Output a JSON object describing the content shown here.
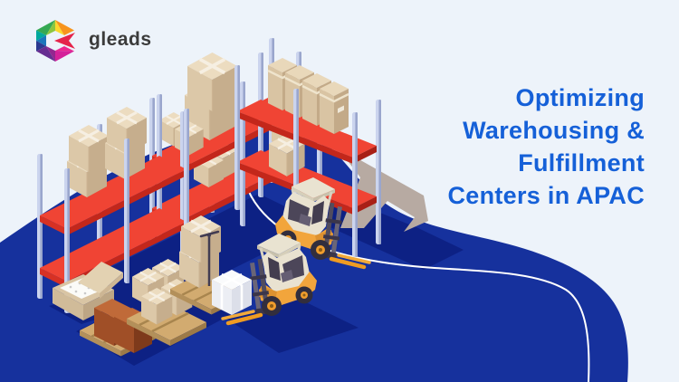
{
  "brand": {
    "name": "gleads"
  },
  "headline": {
    "lines": [
      "Optimizing",
      "Warehousing &",
      "Fulfillment",
      "Centers in APAC"
    ]
  },
  "colors": {
    "background": "#edf3fa",
    "blob_blue": "#16319d",
    "floor_shadow_blue": "#0d2184",
    "headline_blue": "#1560d8",
    "shelf_red": "#f04434",
    "shelf_red_dark": "#c3271b",
    "rack_post_gray": "#cbd4ee",
    "box_tan": "#dcc8a8",
    "crate_brown": "#a04f27",
    "forklift_yellow": "#f2a53c",
    "forklift_cab_cream": "#e9e2d0",
    "cast_shadow_taupe": "#b7aaa2",
    "path_line_white": "#ffffff",
    "logo_text_dark": "#3b3b3b"
  }
}
